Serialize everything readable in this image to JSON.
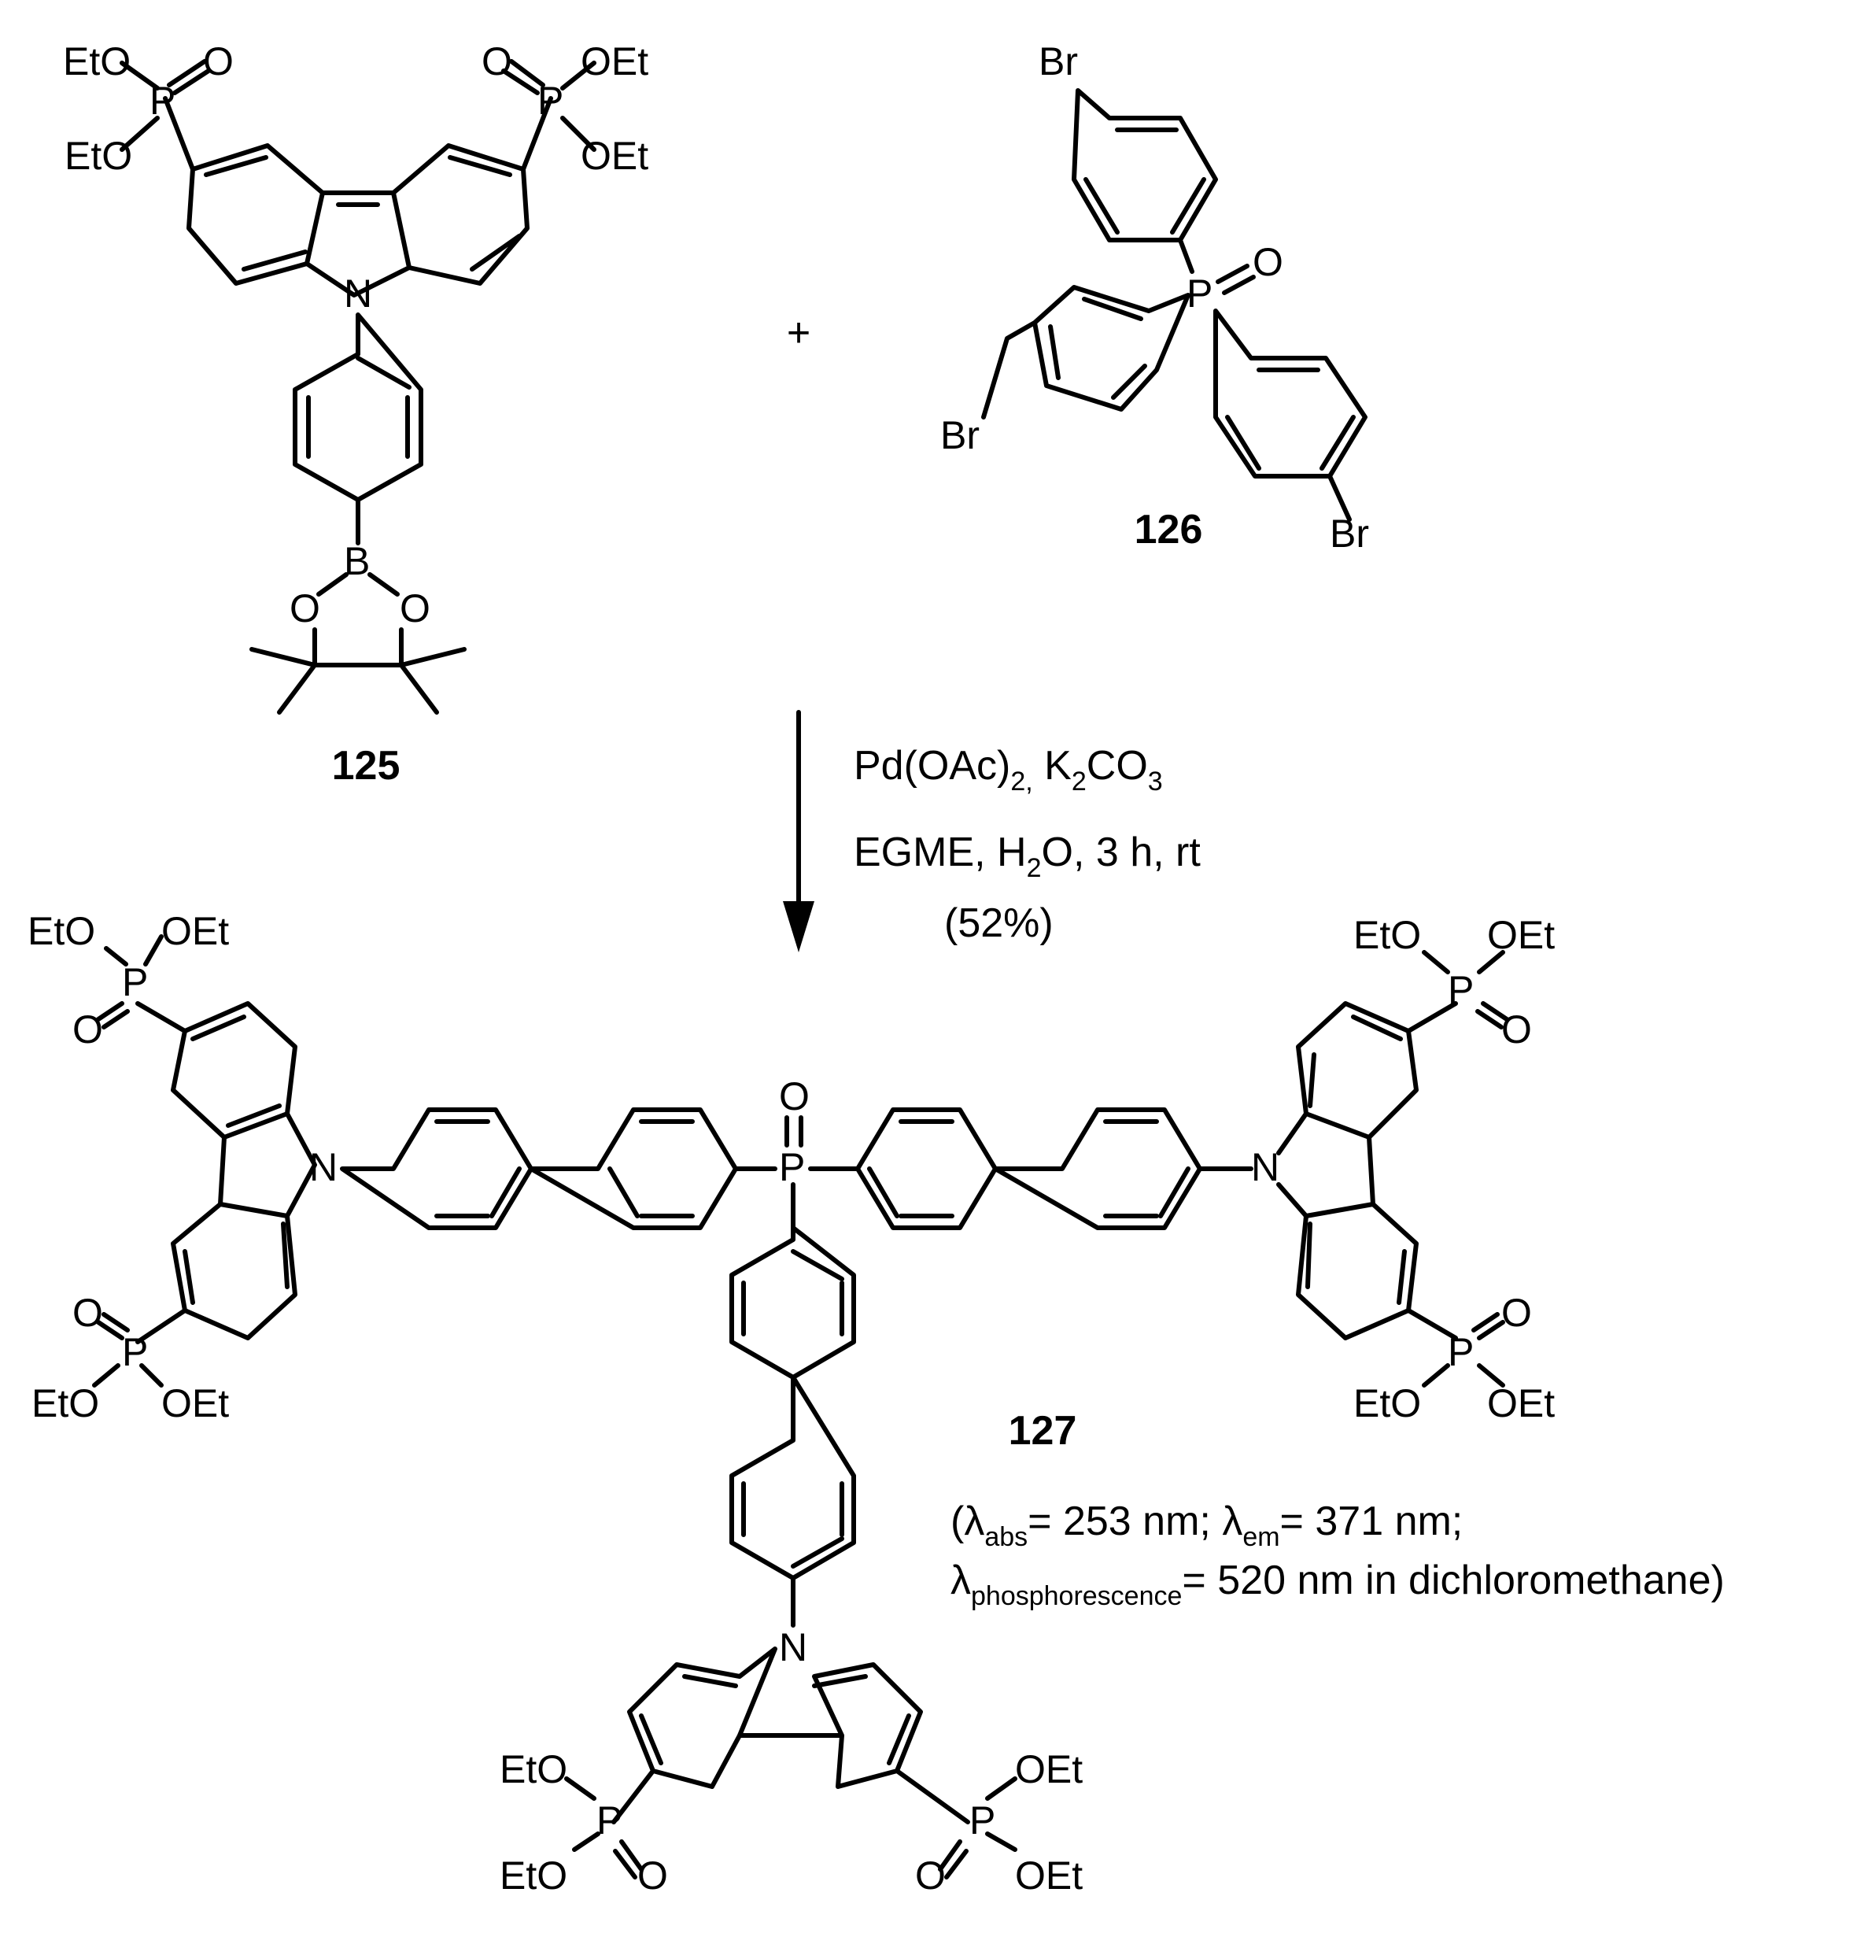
{
  "compounds": {
    "c125": {
      "label": "125"
    },
    "c126": {
      "label": "126"
    },
    "c127": {
      "label": "127"
    }
  },
  "atoms": {
    "eto": "EtO",
    "oet": "OEt",
    "o": "O",
    "p": "P",
    "n": "N",
    "b": "B",
    "br": "Br"
  },
  "plus": "+",
  "conditions": {
    "line1": {
      "a": "Pd(OAc)",
      "a_sub": "2,",
      "b": " K",
      "b_sub": "2",
      "c": "CO",
      "c_sub": "3"
    },
    "line2": {
      "a": "EGME, H",
      "a_sub": "2",
      "b": "O, 3 h, rt"
    },
    "yield": "(52%)"
  },
  "properties": {
    "line1": {
      "open": "(",
      "abs_sym": "λ",
      "abs_sub": "abs",
      "abs_val": "= 253 nm; ",
      "em_sym": "λ",
      "em_sub": "em",
      "em_val": "= 371 nm;"
    },
    "line2": {
      "ph_sym": "λ",
      "ph_sub": "phosphorescence",
      "ph_val": "= 520 nm in dichloromethane)"
    }
  },
  "colors": {
    "ink": "#000000",
    "background": "#ffffff"
  }
}
